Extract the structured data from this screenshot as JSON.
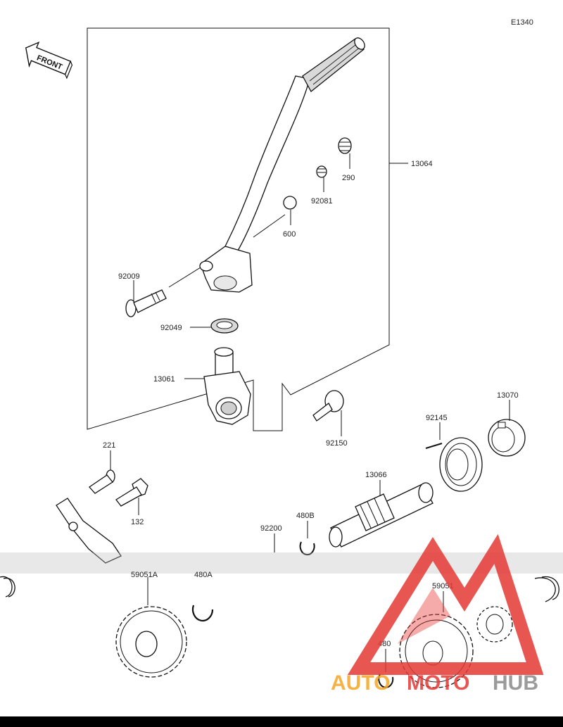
{
  "diagram": {
    "code": "E1340",
    "front_label": "FRONT",
    "parts": {
      "kick_pedal_assy": "13064",
      "rubber": "290",
      "spring": "92081",
      "ball": "600",
      "bolt_pedal": "92009",
      "oil_seal": "92049",
      "kick_lever": "13061",
      "bolt_shaft": "92150",
      "spring_coil": "92145",
      "guide": "13070",
      "bolt_221": "221",
      "bolt_132": "132",
      "kick_shaft": "13066",
      "circlip_480b": "480B",
      "washer": "92200",
      "gear_idle": "59051A",
      "circlip_480a": "480A",
      "gear_kick": "59051",
      "circlip_480": "480"
    }
  },
  "watermark": {
    "brand_left": "AUTO",
    "brand_mid": "MOTO",
    "brand_right": "HUB",
    "colors": {
      "red": "#e53935",
      "orange": "#f5a623",
      "gray": "#8a8a8a"
    }
  }
}
